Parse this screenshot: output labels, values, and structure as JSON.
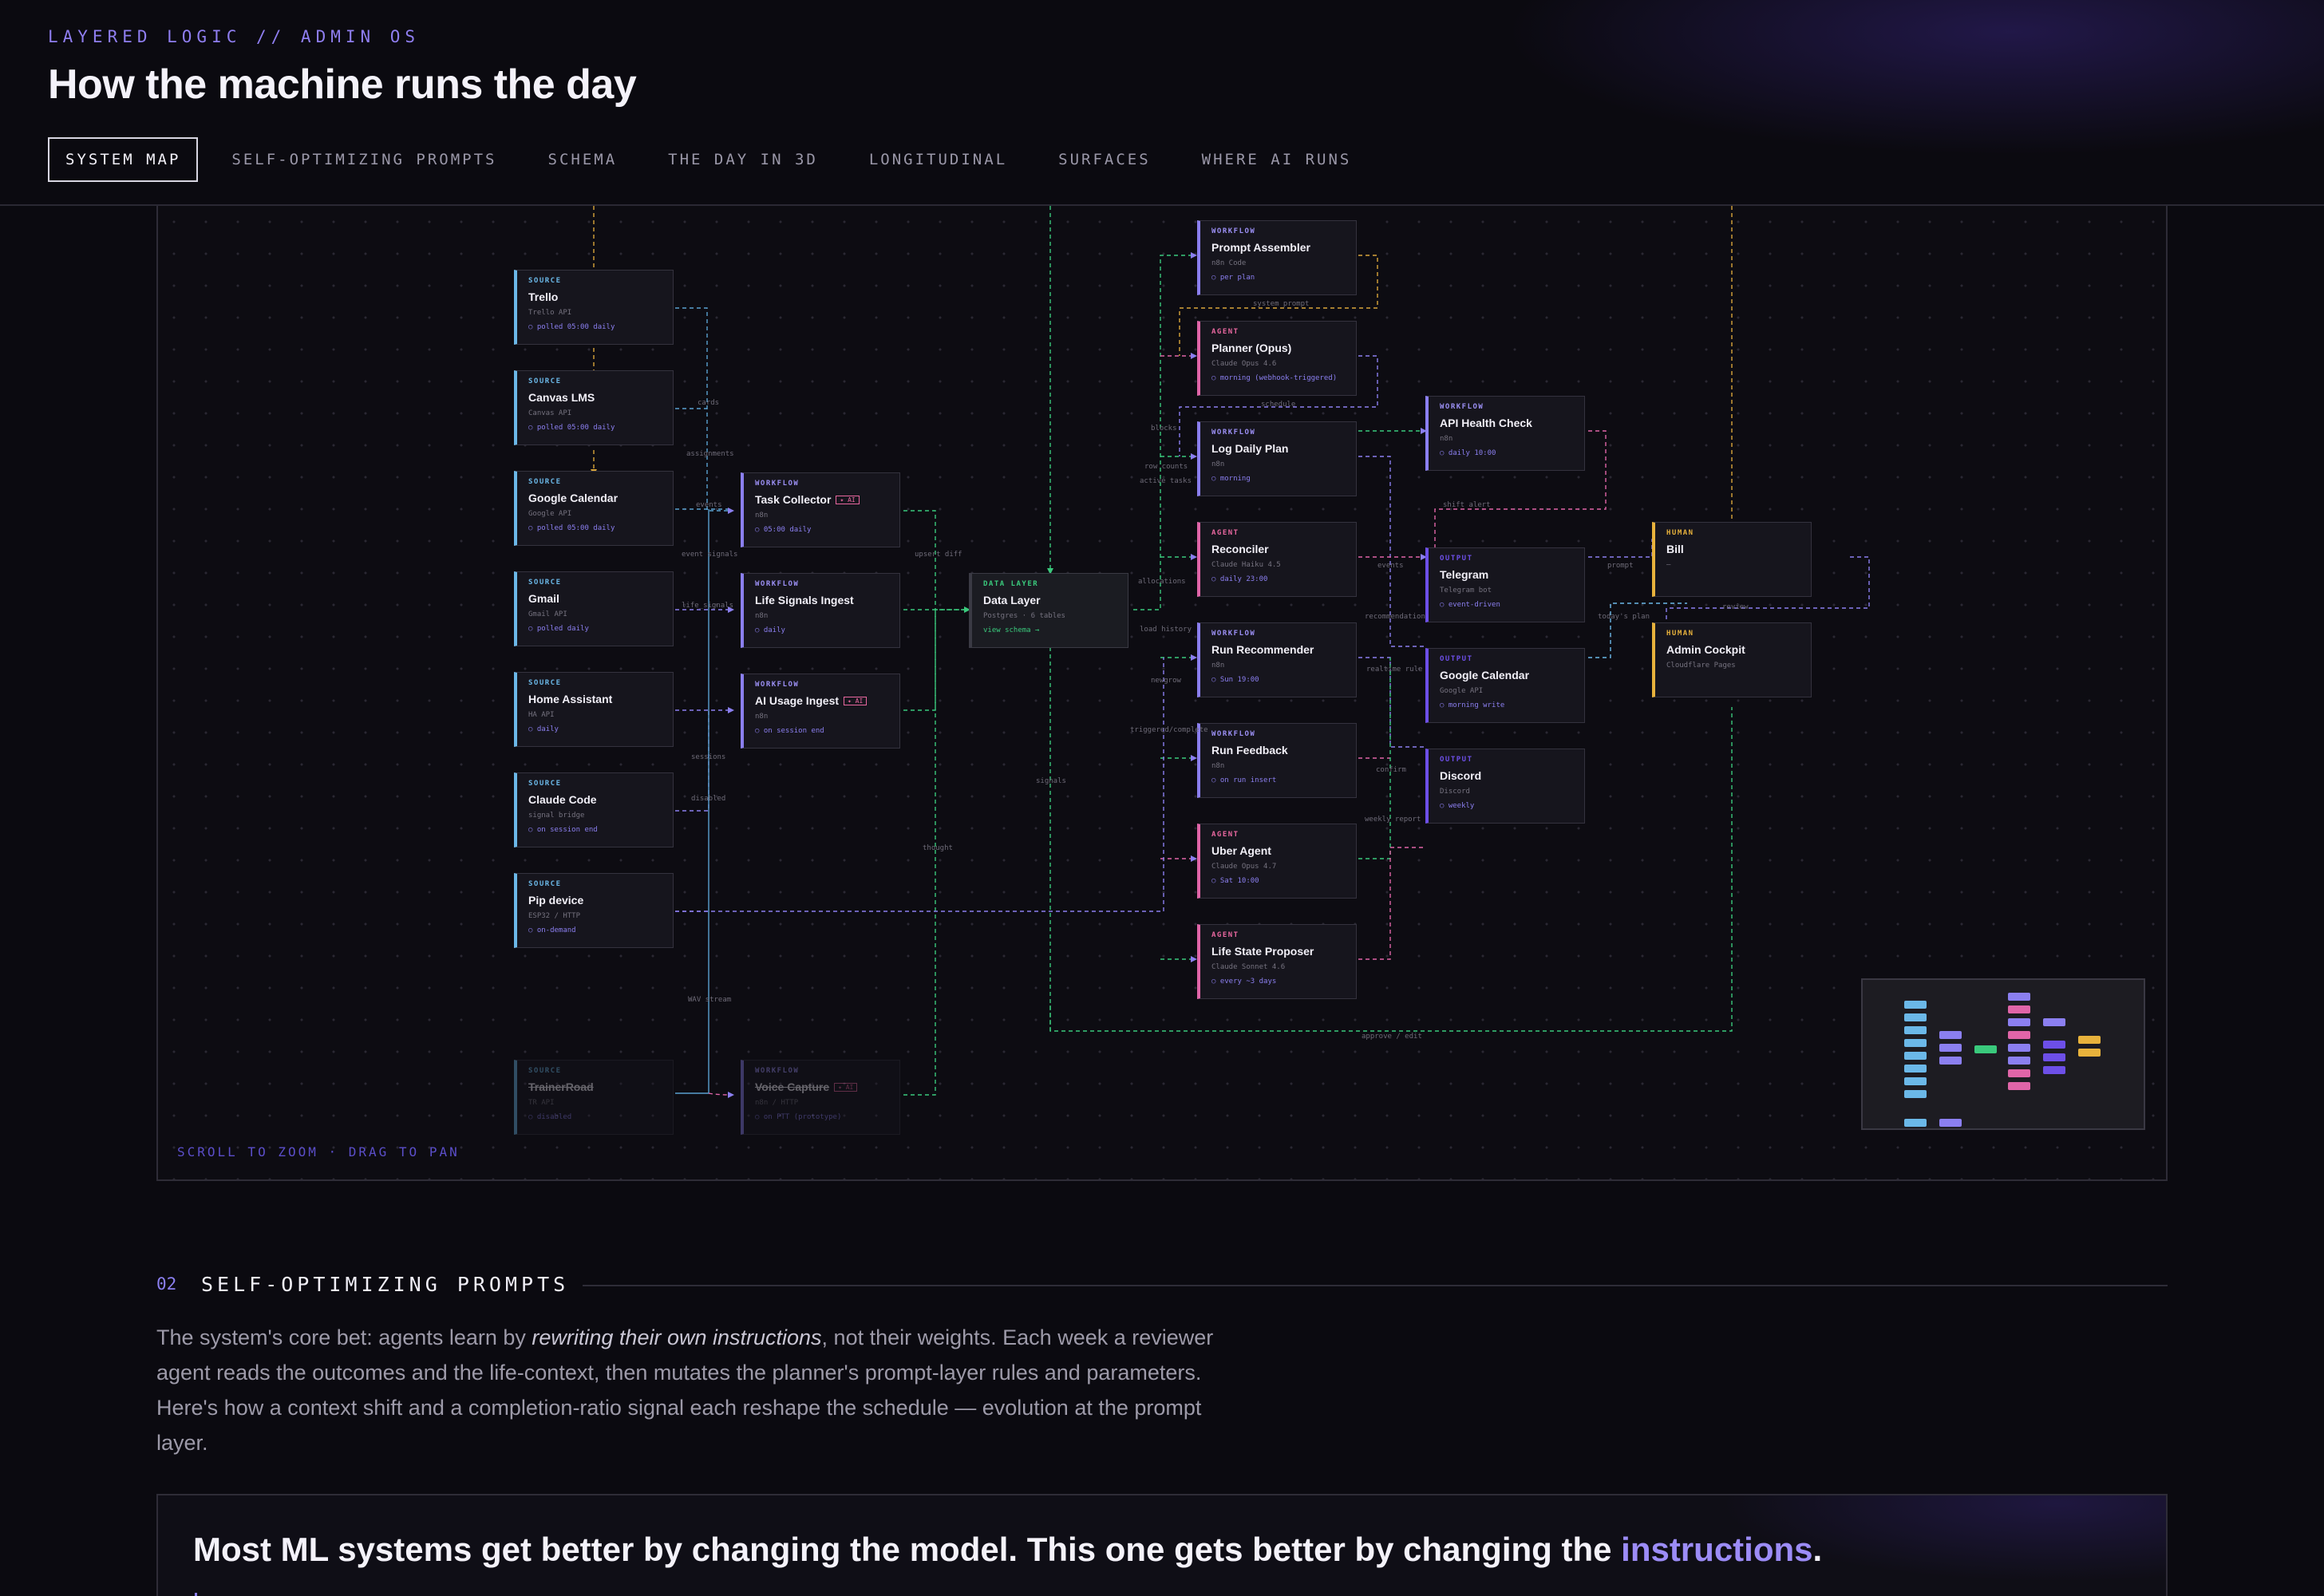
{
  "header": {
    "eyebrow": "LAYERED LOGIC // ADMIN OS",
    "title": "How the machine runs the day",
    "tabs": [
      {
        "label": "SYSTEM MAP",
        "active": true
      },
      {
        "label": "SELF-OPTIMIZING PROMPTS"
      },
      {
        "label": "SCHEMA"
      },
      {
        "label": "THE DAY IN 3D"
      },
      {
        "label": "LONGITUDINAL"
      },
      {
        "label": "SURFACES"
      },
      {
        "label": "WHERE AI RUNS"
      }
    ]
  },
  "colors": {
    "source": "#6bb8e8",
    "workflow": "#8b7ff0",
    "agent": "#e065a8",
    "output": "#6d4fe8",
    "human": "#e8b23c",
    "data": "#3ac97c"
  },
  "map": {
    "hint": "SCROLL TO ZOOM · DRAG TO PAN",
    "nodes": {
      "trello": {
        "kind": "SOURCE",
        "title": "Trello",
        "sub": "Trello API",
        "sched": "○ polled 05:00 daily"
      },
      "canvas": {
        "kind": "SOURCE",
        "title": "Canvas LMS",
        "sub": "Canvas API",
        "sched": "○ polled 05:00 daily"
      },
      "gcal_src": {
        "kind": "SOURCE",
        "title": "Google Calendar",
        "sub": "Google API",
        "sched": "○ polled 05:00 daily"
      },
      "gmail": {
        "kind": "SOURCE",
        "title": "Gmail",
        "sub": "Gmail API",
        "sched": "○ polled daily"
      },
      "home": {
        "kind": "SOURCE",
        "title": "Home Assistant",
        "sub": "HA API",
        "sched": "○ daily"
      },
      "claude_code": {
        "kind": "SOURCE",
        "title": "Claude Code",
        "sub": "signal bridge",
        "sched": "○ on session end"
      },
      "pip": {
        "kind": "SOURCE",
        "title": "Pip device",
        "sub": "ESP32 / HTTP",
        "sched": "○ on-demand"
      },
      "trainerroad": {
        "kind": "SOURCE",
        "title": "TrainerRoad",
        "sub": "TR API",
        "sched": "○ disabled"
      },
      "task_collector": {
        "kind": "WORKFLOW",
        "title": "Task Collector",
        "badge": "✦ AI",
        "sub": "n8n",
        "sched": "○ 05:00 daily"
      },
      "life_signals": {
        "kind": "WORKFLOW",
        "title": "Life Signals Ingest",
        "sub": "n8n",
        "sched": "○ daily"
      },
      "ai_usage": {
        "kind": "WORKFLOW",
        "title": "AI Usage Ingest",
        "badge": "✦ AI",
        "sub": "n8n",
        "sched": "○ on session end"
      },
      "voice": {
        "kind": "WORKFLOW",
        "title": "Voice Capture",
        "badge": "✦ AI",
        "sub": "n8n / HTTP",
        "sched": "○ on PTT (prototype)"
      },
      "data_layer": {
        "kind": "DATA LAYER",
        "title": "Data Layer",
        "sub": "Postgres · 6 tables",
        "sched": "view schema →"
      },
      "prompt_asm": {
        "kind": "WORKFLOW",
        "title": "Prompt Assembler",
        "sub": "n8n Code",
        "sched": "○ per plan"
      },
      "planner": {
        "kind": "AGENT",
        "title": "Planner (Opus)",
        "sub": "Claude Opus 4.6",
        "sched": "○ morning (webhook-triggered)"
      },
      "log_plan": {
        "kind": "WORKFLOW",
        "title": "Log Daily Plan",
        "sub": "n8n",
        "sched": "○ morning"
      },
      "reconciler": {
        "kind": "AGENT",
        "title": "Reconciler",
        "sub": "Claude Haiku 4.5",
        "sched": "○ daily 23:00"
      },
      "run_rec": {
        "kind": "WORKFLOW",
        "title": "Run Recommender",
        "sub": "n8n",
        "sched": "○ Sun 19:00"
      },
      "run_fb": {
        "kind": "WORKFLOW",
        "title": "Run Feedback",
        "sub": "n8n",
        "sched": "○ on run insert"
      },
      "uber": {
        "kind": "AGENT",
        "title": "Uber Agent",
        "sub": "Claude Opus 4.7",
        "sched": "○ Sat 10:00"
      },
      "life_state": {
        "kind": "AGENT",
        "title": "Life State Proposer",
        "sub": "Claude Sonnet 4.6",
        "sched": "○ every ~3 days"
      },
      "api_health": {
        "kind": "WORKFLOW",
        "title": "API Health Check",
        "sub": "n8n",
        "sched": "○ daily 10:00"
      },
      "telegram": {
        "kind": "OUTPUT",
        "title": "Telegram",
        "sub": "Telegram bot",
        "sched": "○ event-driven"
      },
      "gcal_out": {
        "kind": "OUTPUT",
        "title": "Google Calendar",
        "sub": "Google API",
        "sched": "○ morning write"
      },
      "discord": {
        "kind": "OUTPUT",
        "title": "Discord",
        "sub": "Discord",
        "sched": "○ weekly"
      },
      "bill": {
        "kind": "HUMAN",
        "title": "Bill",
        "sub": "—"
      },
      "cockpit": {
        "kind": "HUMAN",
        "title": "Admin Cockpit",
        "sub": "Cloudflare Pages"
      }
    },
    "edge_labels": [
      "cards",
      "assignments",
      "events",
      "event signals",
      "life_signals",
      "sessions",
      "disabled",
      "upsert diff",
      "signals",
      "thought",
      "WAV stream",
      "system prompt",
      "schedule",
      "blocks",
      "row counts",
      "active tasks",
      "shift alert",
      "prompt",
      "events",
      "recommendation",
      "allocations",
      "load history",
      "realtime rule",
      "newgrow",
      "triggered/complete",
      "confirm",
      "weekly report",
      "today's plan",
      "review",
      "approve / edit"
    ]
  },
  "section": {
    "num": "02",
    "title": "SELF-OPTIMIZING PROMPTS",
    "body_1": "The system's core bet: agents learn by ",
    "body_em": "rewriting their own instructions",
    "body_2": ", not their weights. Each week a reviewer agent reads the outcomes and the life-context, then mutates the planner's prompt-layer rules and parameters. Here's how a context shift and a completion-ratio signal each reshape the schedule — evolution at the prompt layer.",
    "callout_1": "Most ML systems get better by changing the model. This one gets better by changing the ",
    "callout_accent": "instructions",
    "callout_2": "."
  }
}
